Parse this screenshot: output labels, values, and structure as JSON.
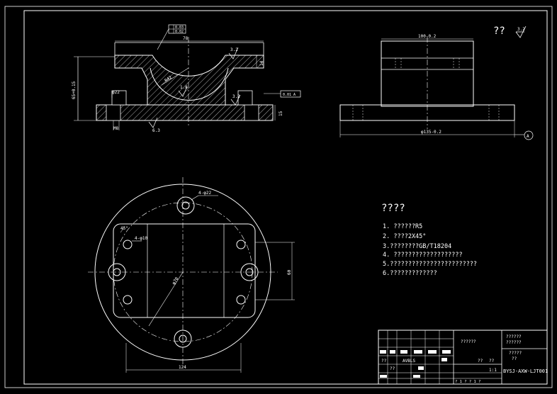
{
  "top_right": {
    "roughness_label": "??",
    "roughness_value": "3.2"
  },
  "front_view": {
    "top_width": "78",
    "radius": "R42",
    "height": "65+0.15",
    "left_boss": "φ22",
    "bolt": "M8",
    "roughness_top": "3.2",
    "roughness_mid": "1.6",
    "roughness_right": "3.2",
    "roughness_bottom": "6.3",
    "datum_box": "0.01 A",
    "thickness_top": "14",
    "thickness_base": "15",
    "tolerance_frame_1": "0.03",
    "tolerance_frame_2": "0.02"
  },
  "side_view": {
    "top_dim": "100-0.2",
    "bottom_dim": "φ135-0.2",
    "datum_circle": "A"
  },
  "plan_view": {
    "holes_large": "4-φ22",
    "holes_small": "4-φ10",
    "angle": "45°",
    "diameter": "φ70",
    "right_dim": "60",
    "bottom_dim": "124"
  },
  "notes": {
    "heading": "????",
    "items": [
      "1. ??????R5",
      "2. ????2X45°",
      "3.????????GB/T18204",
      "4. ???????????????????",
      "5.????????????????????????",
      "6.?????????????"
    ]
  },
  "title_block": {
    "part_name": "??????",
    "school_1": "??????",
    "school_2": "??????",
    "material_1": "?????",
    "material_2": "??",
    "label_a": "??",
    "label_b": "AVBLS",
    "label_c": "??",
    "label_d": "??",
    "label_e": "??",
    "scale": "1:1",
    "sheet": "? 1 ?   ? 1 ?",
    "drawing_no": "BYSJ-AXW-LJT001"
  }
}
